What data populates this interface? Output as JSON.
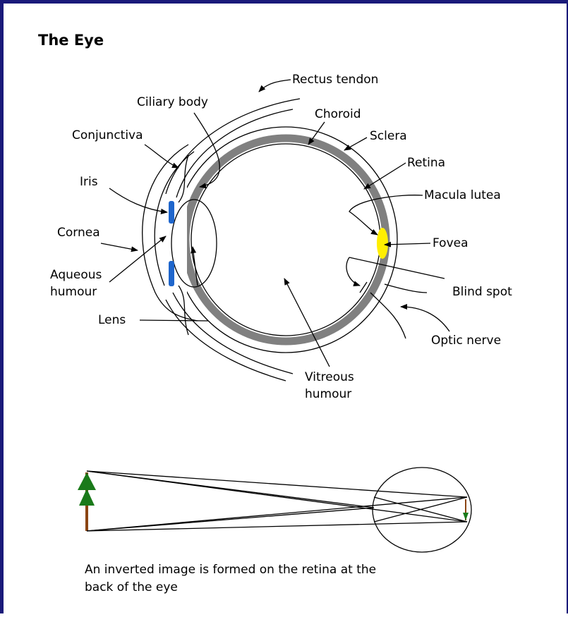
{
  "title": "The Eye",
  "labels": {
    "rectus_tendon": "Rectus tendon",
    "ciliary_body": "Ciliary body",
    "choroid": "Choroid",
    "conjunctiva": "Conjunctiva",
    "sclera": "Sclera",
    "retina": "Retina",
    "iris": "Iris",
    "macula_lutea": "Macula lutea",
    "cornea": "Cornea",
    "fovea": "Fovea",
    "aqueous_line1": "Aqueous",
    "aqueous_line2": "humour",
    "blind_spot": "Blind spot",
    "lens": "Lens",
    "optic_nerve": "Optic nerve",
    "vitreous_line1": "Vitreous",
    "vitreous_line2": "humour"
  },
  "caption": {
    "line1": "An inverted image is formed on the retina at the",
    "line2": "back of the eye"
  },
  "colors": {
    "choroid_band": "#808080",
    "iris": "#1f66cc",
    "macula": "#ffee00",
    "tree_trunk": "#8b4513",
    "tree_leaves": "#1a7a1a",
    "border": "#1a1a7a"
  }
}
